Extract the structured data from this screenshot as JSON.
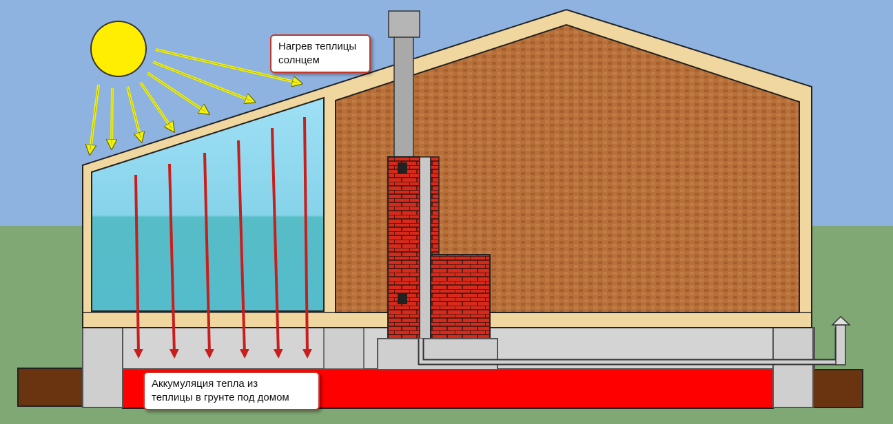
{
  "callouts": {
    "sun_heating": {
      "line1": "Нагрев теплицы",
      "line2": "солнцем"
    },
    "ground_storage": {
      "line1": "Аккумуляция тепла из",
      "line2": "теплицы в грунте под домом"
    }
  },
  "colors": {
    "sky": "#8fb3e0",
    "grass": "#7fa874",
    "sun": "#ffee00",
    "sun_rays": "#f2f20a",
    "heat_arrows": "#c81e1e",
    "heat_zone": "#ff0000",
    "glass": "#7fd3ee",
    "wood_wall": "#b8703a",
    "brick": "#d82a1a",
    "concrete": "#d4d4d4",
    "soil": "#6b3410",
    "frame": "#f0d7a0"
  }
}
